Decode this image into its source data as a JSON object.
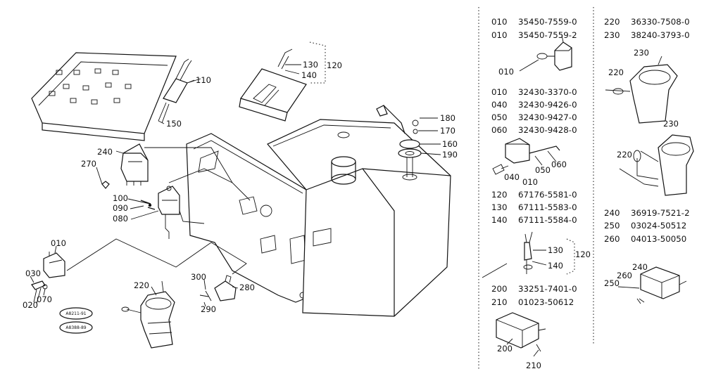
{
  "diagram_callouts": {
    "c110": "110",
    "c150": "150",
    "c130": "130",
    "c120": "120",
    "c140": "140",
    "c180": "180",
    "c170": "170",
    "c160": "160",
    "c190": "190",
    "c240": "240",
    "c270": "270",
    "c100": "100",
    "c090": "090",
    "c080": "080",
    "c010": "010",
    "c030": "030",
    "c020": "020",
    "c070": "070",
    "c220": "220",
    "c300": "300",
    "c280": "280",
    "c290": "290"
  },
  "stamps": {
    "top": "A8211-91",
    "bottom": "A8388-89"
  },
  "parts_list": {
    "col1": [
      {
        "no": "010",
        "part": "35450-7559-0"
      },
      {
        "no": "010",
        "part": "35450-7559-2"
      },
      {
        "no": "010",
        "part": "32430-3370-0"
      },
      {
        "no": "040",
        "part": "32430-9426-0"
      },
      {
        "no": "050",
        "part": "32430-9427-0"
      },
      {
        "no": "060",
        "part": "32430-9428-0"
      },
      {
        "no": "120",
        "part": "67176-5581-0"
      },
      {
        "no": "130",
        "part": "67111-5583-0"
      },
      {
        "no": "140",
        "part": "67111-5584-0"
      },
      {
        "no": "200",
        "part": "33251-7401-0"
      },
      {
        "no": "210",
        "part": "01023-50612"
      }
    ],
    "col2": [
      {
        "no": "220",
        "part": "36330-7508-0"
      },
      {
        "no": "230",
        "part": "38240-3793-0"
      },
      {
        "no": "240",
        "part": "36919-7521-2"
      },
      {
        "no": "250",
        "part": "03024-50512"
      },
      {
        "no": "260",
        "part": "04013-50050"
      }
    ]
  },
  "panel_callouts": {
    "p010": "010",
    "p040": "040",
    "p050": "050",
    "p060": "060",
    "p010b": "010",
    "p130": "130",
    "p140": "140",
    "p120": "120",
    "p200": "200",
    "p210": "210",
    "p230a": "230",
    "p220a": "220",
    "p230b": "230",
    "p220b": "220",
    "p240": "240",
    "p260": "260",
    "p250": "250"
  }
}
